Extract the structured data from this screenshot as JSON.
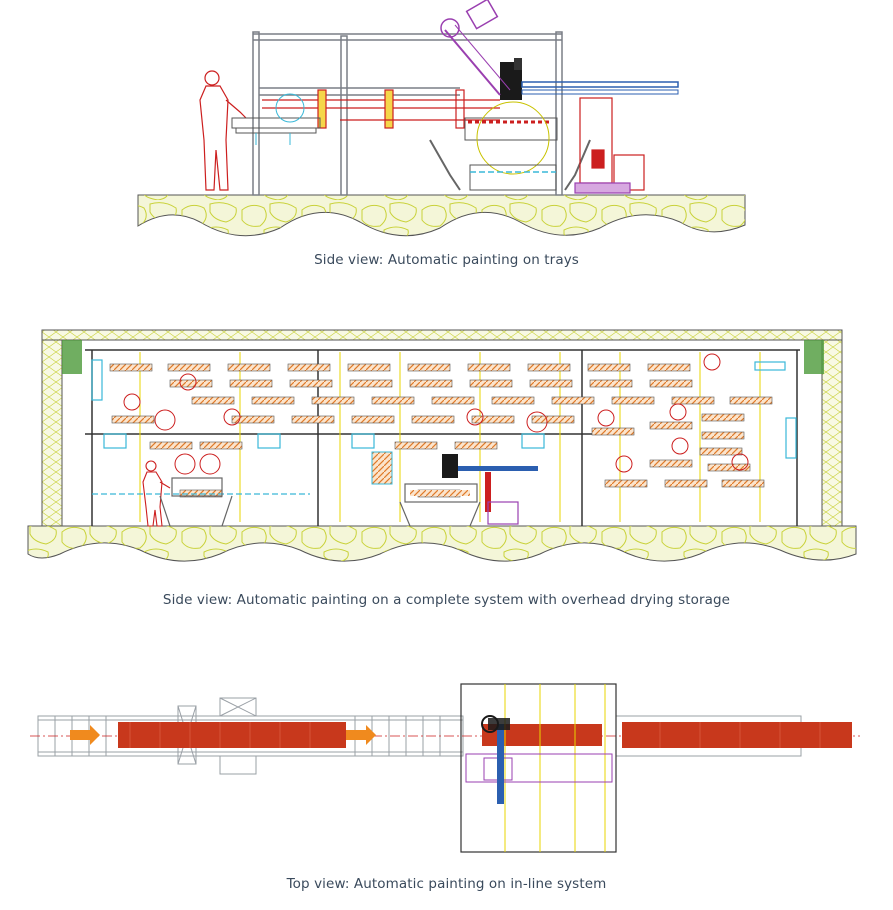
{
  "captions": {
    "side_trays": "Side view: Automatic painting on trays",
    "side_complete": "Side view: Automatic painting on a complete system with overhead drying storage",
    "top_inline": "Top view: Automatic painting on in-line system"
  },
  "colors": {
    "structure": "#7a7f86",
    "accent_red": "#cc1f1f",
    "robot_blue": "#2b5fb0",
    "cyan": "#3ab8d8",
    "purple": "#9a3fb0",
    "ground_fill": "#f4f6d8",
    "stone": "#c9d23a",
    "conveyor_red": "#c8381c",
    "arrow_orange": "#f08a1e",
    "yellow_line": "#e8d400",
    "green_block": "#4c9a3a"
  }
}
